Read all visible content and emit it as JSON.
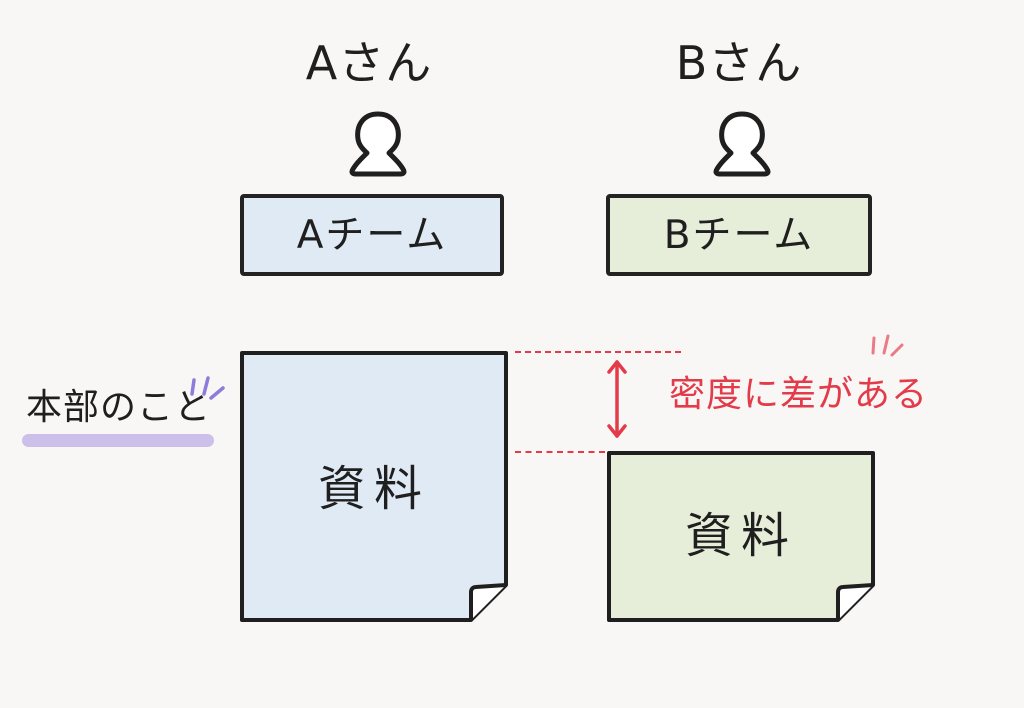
{
  "people": {
    "a": {
      "name": "Aさん",
      "team_label": "Aチーム",
      "team_color": "#dfeaf4",
      "icon": "person-icon"
    },
    "b": {
      "name": "Bさん",
      "team_label": "Bチーム",
      "team_color": "#e6edd8",
      "icon": "person-icon"
    }
  },
  "documents": {
    "a": {
      "label": "資料",
      "fill": "#dfeaf4"
    },
    "b": {
      "label": "資料",
      "fill": "#e6edd8"
    }
  },
  "annotations": {
    "left_note": "本部のこと",
    "difference_note": "密度に差がある",
    "accent_color": "#e33b4a",
    "highlight_color": "#c8bbe9",
    "sparkle_color": "#8d7cd9"
  }
}
